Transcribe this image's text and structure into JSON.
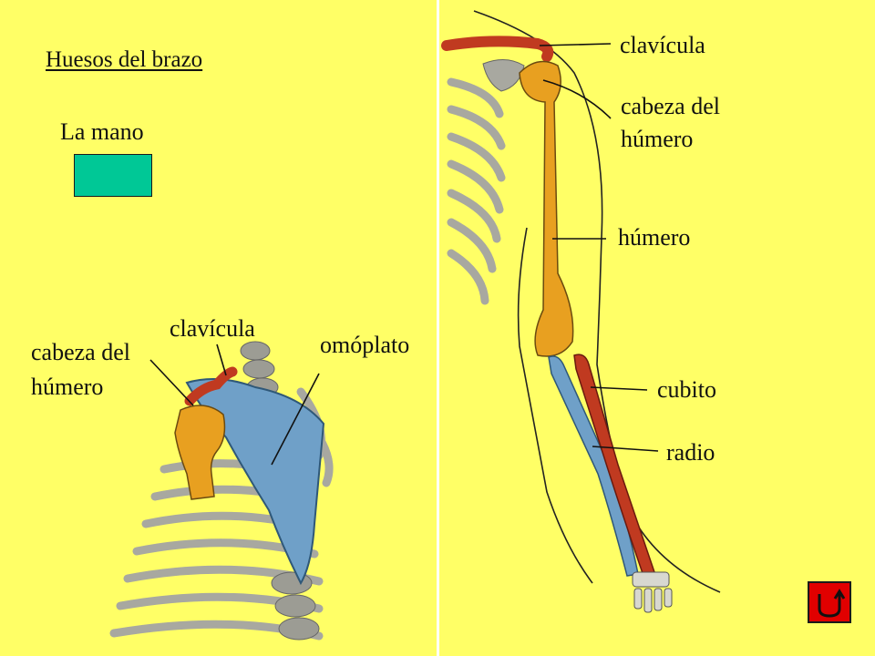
{
  "title": "Huesos del brazo",
  "hand_link": {
    "label": "La mano",
    "color": "#00C896"
  },
  "left_figure": {
    "labels": {
      "clavicle": "clavícula",
      "scapula": "omóplato",
      "humerus_head_line1": "cabeza del",
      "humerus_head_line2": "húmero"
    }
  },
  "right_figure": {
    "labels": {
      "clavicle": "clavícula",
      "humerus_head_line1": "cabeza del",
      "humerus_head_line2": "húmero",
      "humerus": "húmero",
      "ulna": "cubito",
      "radius": "radio"
    }
  },
  "nav": {
    "return_icon": "return-arrow-icon"
  },
  "colors": {
    "background": "#FFFF66",
    "bone": "#E8A020",
    "scapula": "#6FA0C8",
    "clavicle": "#C03A20",
    "ribs": "#A8A8A0",
    "return_button": "#E10000"
  }
}
